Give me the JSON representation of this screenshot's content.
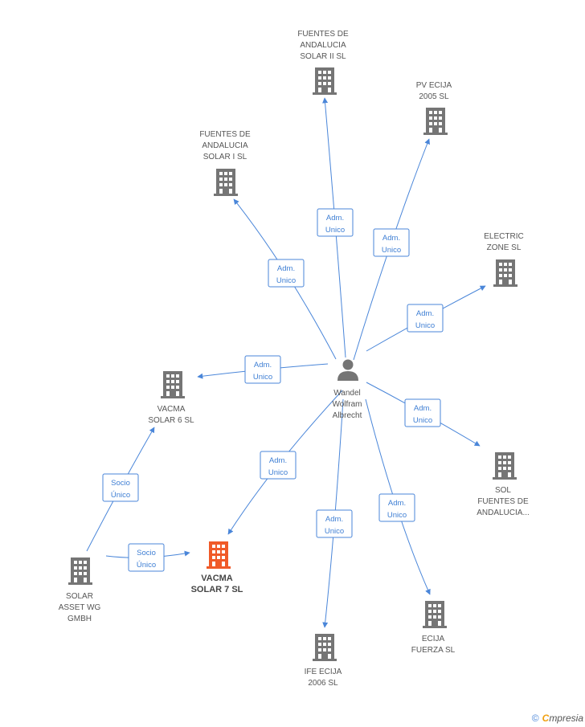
{
  "colors": {
    "edge": "#4a86d9",
    "company": "#757575",
    "highlight": "#f05a28",
    "person": "#757575"
  },
  "person": {
    "lines": [
      "Wandel",
      "Wolfram",
      "Albrecht"
    ],
    "icon": "person-icon"
  },
  "nodes": [
    {
      "id": "fuentes2",
      "lines": [
        "FUENTES DE",
        "ANDALUCIA",
        "SOLAR II SL"
      ],
      "icon": "building-icon"
    },
    {
      "id": "pvecija",
      "lines": [
        "PV ECIJA",
        "2005 SL"
      ],
      "icon": "building-icon"
    },
    {
      "id": "fuentes1",
      "lines": [
        "FUENTES DE",
        "ANDALUCIA",
        "SOLAR I SL"
      ],
      "icon": "building-icon"
    },
    {
      "id": "electric",
      "lines": [
        "ELECTRIC",
        "ZONE SL"
      ],
      "icon": "building-icon"
    },
    {
      "id": "vacma6",
      "lines": [
        "VACMA",
        "SOLAR 6 SL"
      ],
      "icon": "building-icon"
    },
    {
      "id": "sol",
      "lines": [
        "SOL",
        "FUENTES DE",
        "ANDALUCIA..."
      ],
      "icon": "building-icon"
    },
    {
      "id": "vacma7",
      "lines": [
        "VACMA",
        "SOLAR 7 SL"
      ],
      "icon": "building-icon",
      "highlight": true
    },
    {
      "id": "solar",
      "lines": [
        "SOLAR",
        "ASSET WG",
        "GMBH"
      ],
      "icon": "building-icon"
    },
    {
      "id": "ife",
      "lines": [
        "IFE ECIJA",
        "2006 SL"
      ],
      "icon": "building-icon"
    },
    {
      "id": "ecija",
      "lines": [
        "ECIJA",
        "FUERZA SL"
      ],
      "icon": "building-icon"
    }
  ],
  "edges": [
    {
      "from": "person",
      "to": "fuentes2",
      "lines": [
        "Adm.",
        "Unico"
      ]
    },
    {
      "from": "person",
      "to": "pvecija",
      "lines": [
        "Adm.",
        "Unico"
      ]
    },
    {
      "from": "person",
      "to": "fuentes1",
      "lines": [
        "Adm.",
        "Unico"
      ]
    },
    {
      "from": "person",
      "to": "electric",
      "lines": [
        "Adm.",
        "Unico"
      ]
    },
    {
      "from": "person",
      "to": "vacma6",
      "lines": [
        "Adm.",
        "Unico"
      ]
    },
    {
      "from": "person",
      "to": "sol",
      "lines": [
        "Adm.",
        "Unico"
      ]
    },
    {
      "from": "person",
      "to": "vacma7",
      "lines": [
        "Adm.",
        "Unico"
      ]
    },
    {
      "from": "person",
      "to": "ife",
      "lines": [
        "Adm.",
        "Unico"
      ]
    },
    {
      "from": "person",
      "to": "ecija",
      "lines": [
        "Adm.",
        "Unico"
      ]
    },
    {
      "from": "solar",
      "to": "vacma6",
      "lines": [
        "Socio",
        "Único"
      ]
    },
    {
      "from": "solar",
      "to": "vacma7",
      "lines": [
        "Socio",
        "Único"
      ]
    }
  ],
  "watermark": {
    "copyright": "©",
    "brand_first": "C",
    "brand_rest": "mpresia"
  }
}
